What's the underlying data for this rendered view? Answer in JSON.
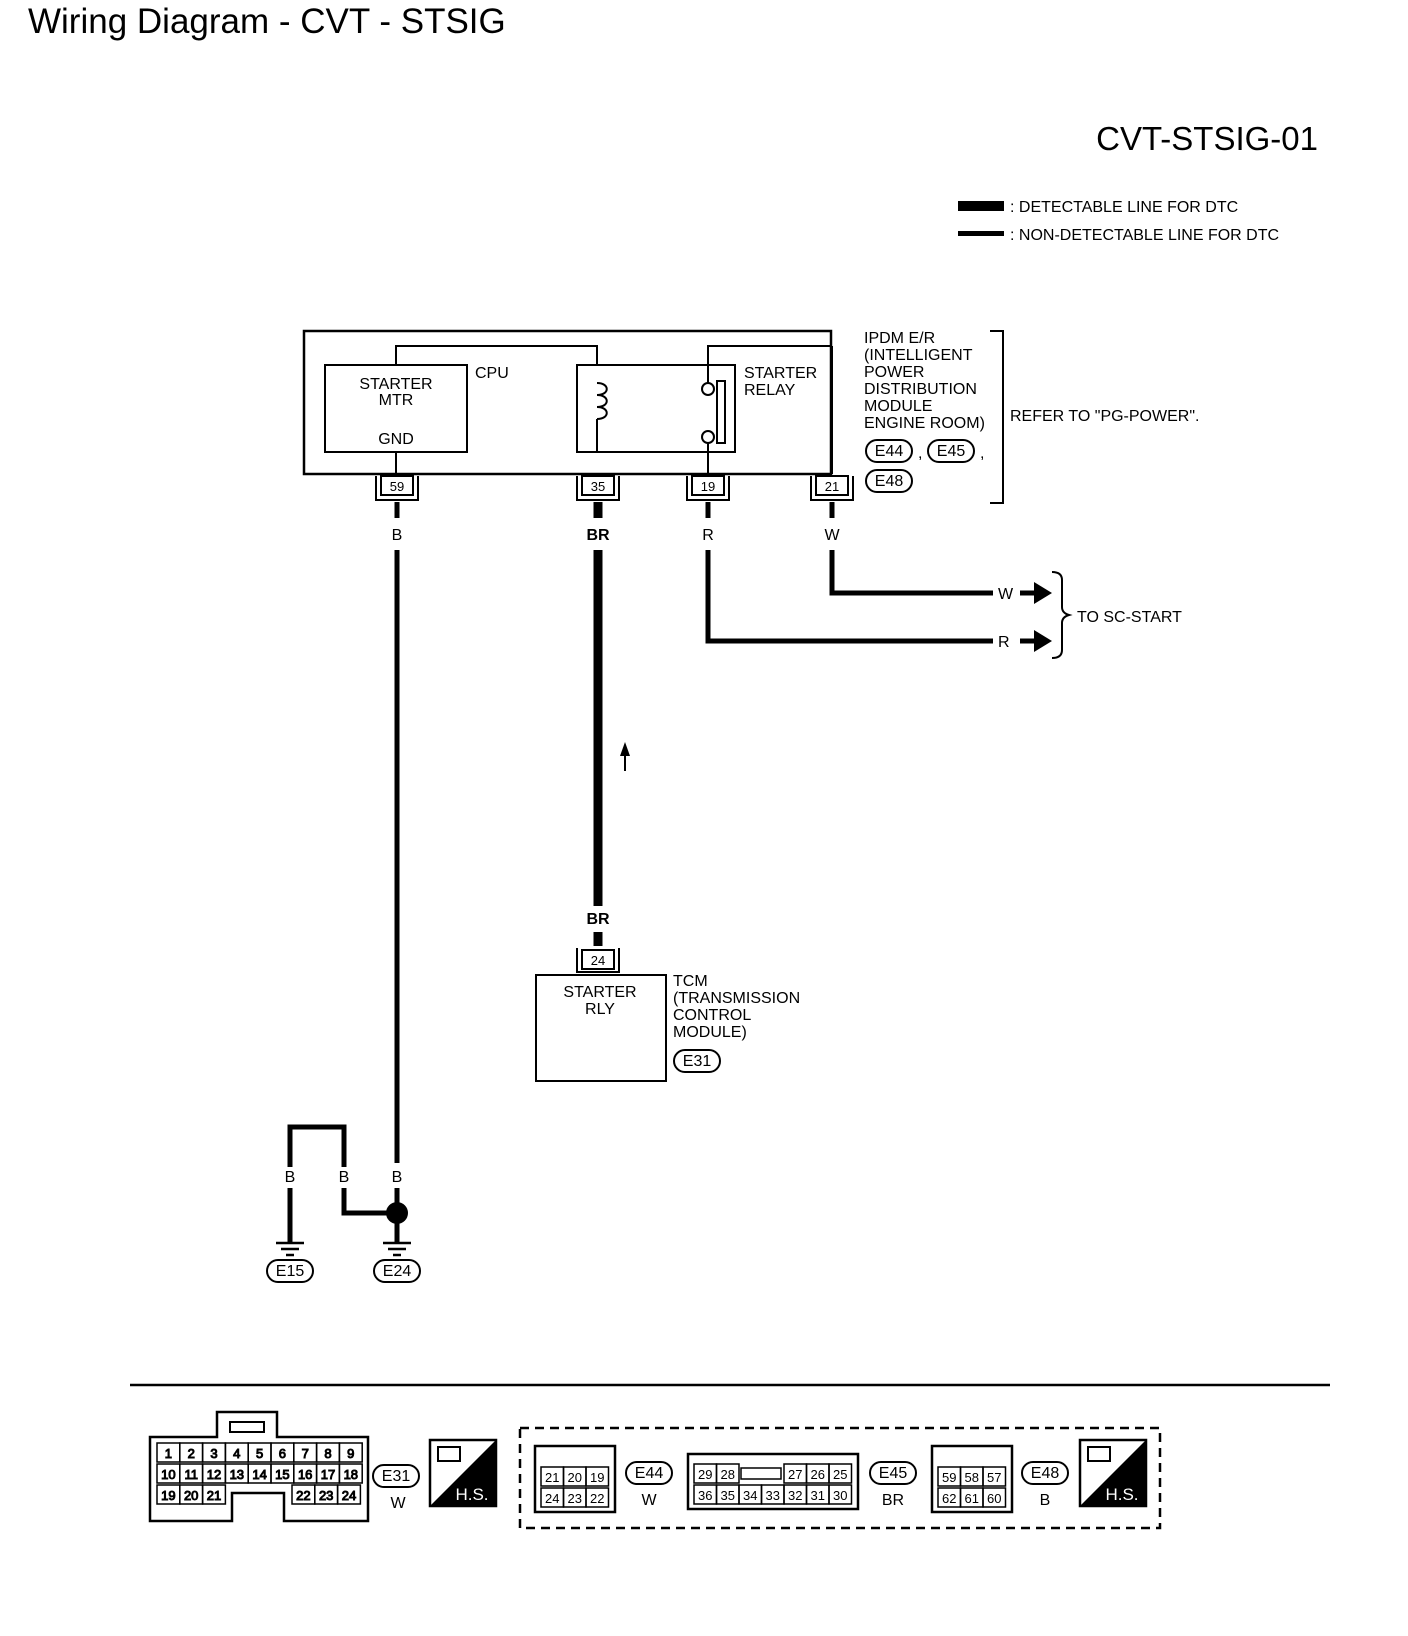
{
  "page": {
    "title": "Wiring Diagram - CVT - STSIG",
    "diagram_code": "CVT-STSIG-01"
  },
  "legend": {
    "detectable": ": DETECTABLE LINE FOR DTC",
    "non_detectable": ": NON-DETECTABLE LINE FOR DTC"
  },
  "ipdm": {
    "label_lines": [
      "IPDM E/R",
      "(INTELLIGENT",
      "POWER",
      "DISTRIBUTION",
      "MODULE",
      "ENGINE ROOM)"
    ],
    "refer": "REFER TO \"PG-POWER\".",
    "cpu": "CPU",
    "starter_mtr": [
      "STARTER",
      "MTR"
    ],
    "gnd": "GND",
    "starter_relay": [
      "STARTER",
      "RELAY"
    ],
    "connectors": [
      "E44",
      "E45",
      "E48"
    ],
    "separator": ",",
    "pins": [
      "59",
      "35",
      "19",
      "21"
    ]
  },
  "wires": {
    "pin59": "B",
    "pin35": "BR",
    "pin19": "R",
    "pin21": "W",
    "tcm_wire": "BR",
    "ground_left_1": "B",
    "ground_left_2": "B",
    "ground_right": "B"
  },
  "sc_start": {
    "w": "W",
    "r": "R",
    "label": "TO SC-START"
  },
  "tcm": {
    "pin": "24",
    "box_lines": [
      "STARTER",
      "RLY"
    ],
    "label_lines": [
      "TCM",
      "(TRANSMISSION",
      "CONTROL",
      "MODULE)"
    ],
    "connector": "E31"
  },
  "grounds": [
    "E15",
    "E24"
  ],
  "connector_views": {
    "e31": {
      "id": "E31",
      "color": "W",
      "row1": [
        "1",
        "2",
        "3",
        "4",
        "5",
        "6",
        "7",
        "8",
        "9"
      ],
      "row2": [
        "10",
        "11",
        "12",
        "13",
        "14",
        "15",
        "16",
        "17",
        "18"
      ],
      "row3_left": [
        "19",
        "20",
        "21"
      ],
      "row3_right": [
        "22",
        "23",
        "24"
      ]
    },
    "hs": "H.S.",
    "e44": {
      "id": "E44",
      "color": "W",
      "row1": [
        "21",
        "20",
        "19"
      ],
      "row2": [
        "24",
        "23",
        "22"
      ]
    },
    "e45": {
      "id": "E45",
      "color": "BR",
      "row1_left": [
        "29",
        "28"
      ],
      "row1_right": [
        "27",
        "26",
        "25"
      ],
      "row2": [
        "36",
        "35",
        "34",
        "33",
        "32",
        "31",
        "30"
      ]
    },
    "e48": {
      "id": "E48",
      "color": "B",
      "row1": [
        "59",
        "58",
        "57"
      ],
      "row2": [
        "62",
        "61",
        "60"
      ]
    }
  }
}
